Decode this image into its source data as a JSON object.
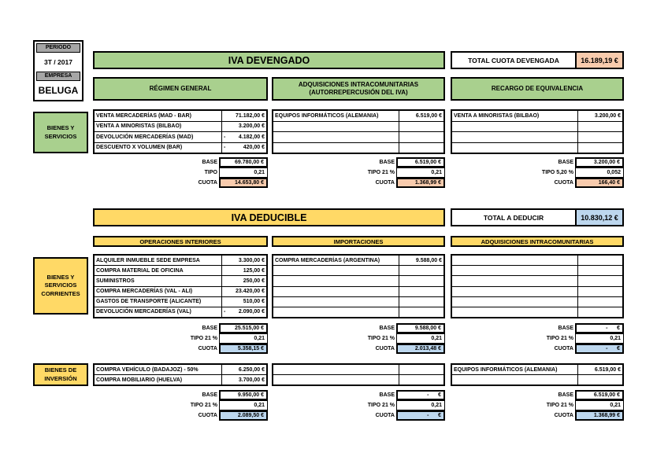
{
  "info": {
    "period_label": "PERIODO",
    "period_value": "3T / 2017",
    "company_label": "EMPRESA",
    "company_value": "BELUGA"
  },
  "colors": {
    "green": "#A9D08E",
    "yellow": "#FFD966",
    "orange": "#F8CBAD",
    "blue": "#BDD7EE",
    "gray": "#A6A6A6"
  },
  "devengado": {
    "banner": "IVA DEVENGADO",
    "total": {
      "label": "TOTAL CUOTA DEVENGADA",
      "value": "16.189,19 €"
    },
    "side_label": "BIENES Y\nSERVICIOS",
    "columns": [
      {
        "header": "RÉGIMEN GENERAL",
        "row_count": 4,
        "rows": [
          {
            "label": "VENTA MERCADERÍAS (MAD - BAR)",
            "value": "71.182,00 €"
          },
          {
            "label": "VENTA A MINORISTAS (BILBAO)",
            "value": "3.200,00 €"
          },
          {
            "label": "DEVOLUCIÓN MERCADERÍAS (MAD)",
            "minus": "-",
            "value": "4.182,00 €"
          },
          {
            "label": "DESCUENTO X VOLUMEN (BAR)",
            "minus": "-",
            "value": "420,00 €"
          }
        ],
        "summary": {
          "base_label": "BASE",
          "base": "69.780,00 €",
          "tipo_label": "TIPO",
          "tipo": "0,21",
          "cuota_label": "CUOTA",
          "cuota": "14.653,80 €",
          "cuota_bg": "#F8CBAD"
        }
      },
      {
        "header": "ADQUISICIONES INTRACOMUNITARIAS\n(AUTORREPERCUSIÓN DEL IVA)",
        "row_count": 4,
        "rows": [
          {
            "label": "EQUIPOS INFORMÁTICOS (ALEMANIA)",
            "value": "6.519,00 €"
          }
        ],
        "summary": {
          "base_label": "BASE",
          "base": "6.519,00 €",
          "tipo_label": "TIPO 21 %",
          "tipo": "0,21",
          "cuota_label": "CUOTA",
          "cuota": "1.368,99 €",
          "cuota_bg": "#F8CBAD"
        }
      },
      {
        "header": "RECARGO DE EQUIVALENCIA",
        "row_count": 4,
        "rows": [
          {
            "label": "VENTA A MINORISTAS (BILBAO)",
            "value": "3.200,00 €"
          }
        ],
        "summary": {
          "base_label": "BASE",
          "base": "3.200,00 €",
          "tipo_label": "TIPO 5,20 %",
          "tipo": "0,052",
          "cuota_label": "CUOTA",
          "cuota": "166,40 €",
          "cuota_bg": "#F8CBAD"
        }
      }
    ]
  },
  "deducible": {
    "banner": "IVA DEDUCIBLE",
    "total": {
      "label": "TOTAL A DEDUCIR",
      "value": "10.830,12 €"
    },
    "side_label": "BIENES Y\nSERVICIOS\nCORRIENTES",
    "columns": [
      {
        "header": "OPERACIONES INTERIORES",
        "row_count": 6,
        "rows": [
          {
            "label": "ALQUILER INMUEBLE SEDE EMPRESA",
            "value": "3.300,00 €"
          },
          {
            "label": "COMPRA MATERIAL DE OFICINA",
            "value": "125,00 €"
          },
          {
            "label": "SUMINISTROS",
            "value": "250,00 €"
          },
          {
            "label": "COMPRA MERCADERÍAS (VAL - ALI)",
            "value": "23.420,00 €"
          },
          {
            "label": "GASTOS DE TRANSPORTE (ALICANTE)",
            "value": "510,00 €"
          },
          {
            "label": "DEVOLUCIÓN MERCADERÍAS (VAL)",
            "minus": "-",
            "value": "2.090,00 €"
          }
        ],
        "summary": {
          "base_label": "BASE",
          "base": "25.515,00 €",
          "tipo_label": "TIPO 21 %",
          "tipo": "0,21",
          "cuota_label": "CUOTA",
          "cuota": "5.358,15 €",
          "cuota_bg": "#BDD7EE"
        }
      },
      {
        "header": "IMPORTACIONES",
        "row_count": 6,
        "rows": [
          {
            "label": "COMPRA MERCADERÍAS (ARGENTINA)",
            "value": "9.588,00 €"
          }
        ],
        "summary": {
          "base_label": "BASE",
          "base": "9.588,00 €",
          "tipo_label": "TIPO 21 %",
          "tipo": "0,21",
          "cuota_label": "CUOTA",
          "cuota": "2.013,48 €",
          "cuota_bg": "#BDD7EE"
        }
      },
      {
        "header": "ADQUISICIONES INTRACOMUNITARIAS",
        "row_count": 6,
        "rows": [],
        "summary": {
          "base_label": "BASE",
          "base": "-      €",
          "tipo_label": "TIPO 21 %",
          "tipo": "0,21",
          "cuota_label": "CUOTA",
          "cuota": "-      €",
          "cuota_bg": "#BDD7EE"
        }
      }
    ]
  },
  "inversion": {
    "side_label": "BIENES DE\nINVERSIÓN",
    "columns": [
      {
        "row_count": 2,
        "rows": [
          {
            "label": "COMPRA VEHÍCULO (BADAJOZ) - 50%",
            "value": "6.250,00 €"
          },
          {
            "label": "COMPRA MOBILIARIO (HUELVA)",
            "value": "3.700,00 €"
          }
        ],
        "summary": {
          "base_label": "BASE",
          "base": "9.950,00 €",
          "tipo_label": "TIPO 21 %",
          "tipo": "0,21",
          "cuota_label": "CUOTA",
          "cuota": "2.089,50 €",
          "cuota_bg": "#BDD7EE"
        }
      },
      {
        "row_count": 2,
        "rows": [],
        "summary": {
          "base_label": "BASE",
          "base": "-      €",
          "tipo_label": "TIPO 21 %",
          "tipo": "0,21",
          "cuota_label": "CUOTA",
          "cuota": "-      €",
          "cuota_bg": "#BDD7EE"
        }
      },
      {
        "row_count": 2,
        "rows": [
          {
            "label": "EQUIPOS INFORMÁTICOS (ALEMANIA)",
            "value": "6.519,00 €"
          }
        ],
        "summary": {
          "base_label": "BASE",
          "base": "6.519,00 €",
          "tipo_label": "TIPO 21 %",
          "tipo": "0,21",
          "cuota_label": "CUOTA",
          "cuota": "1.368,99 €",
          "cuota_bg": "#BDD7EE"
        }
      }
    ]
  }
}
